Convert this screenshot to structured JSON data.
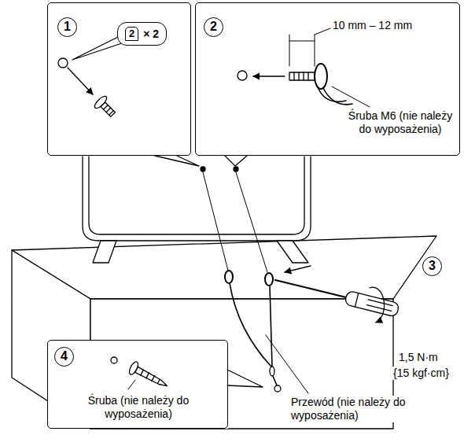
{
  "diagram": {
    "nodes": [
      {
        "text": [
          "1"
        ]
      },
      {
        "text": [
          "2",
          "× 2"
        ],
        "in": 0
      },
      {
        "text": [
          "2",
          "10 mm – 12 mm",
          "Śruba M6 (nie należy do wyposażenia)"
        ]
      },
      {
        "text": [
          "4",
          "Śruba (nie należy do wyposażenia)"
        ]
      }
    ],
    "labels": [
      "3",
      "1,5 N·m",
      "{15 kgf·cm}",
      "Przewód (nie należy do wyposażenia)"
    ]
  }
}
